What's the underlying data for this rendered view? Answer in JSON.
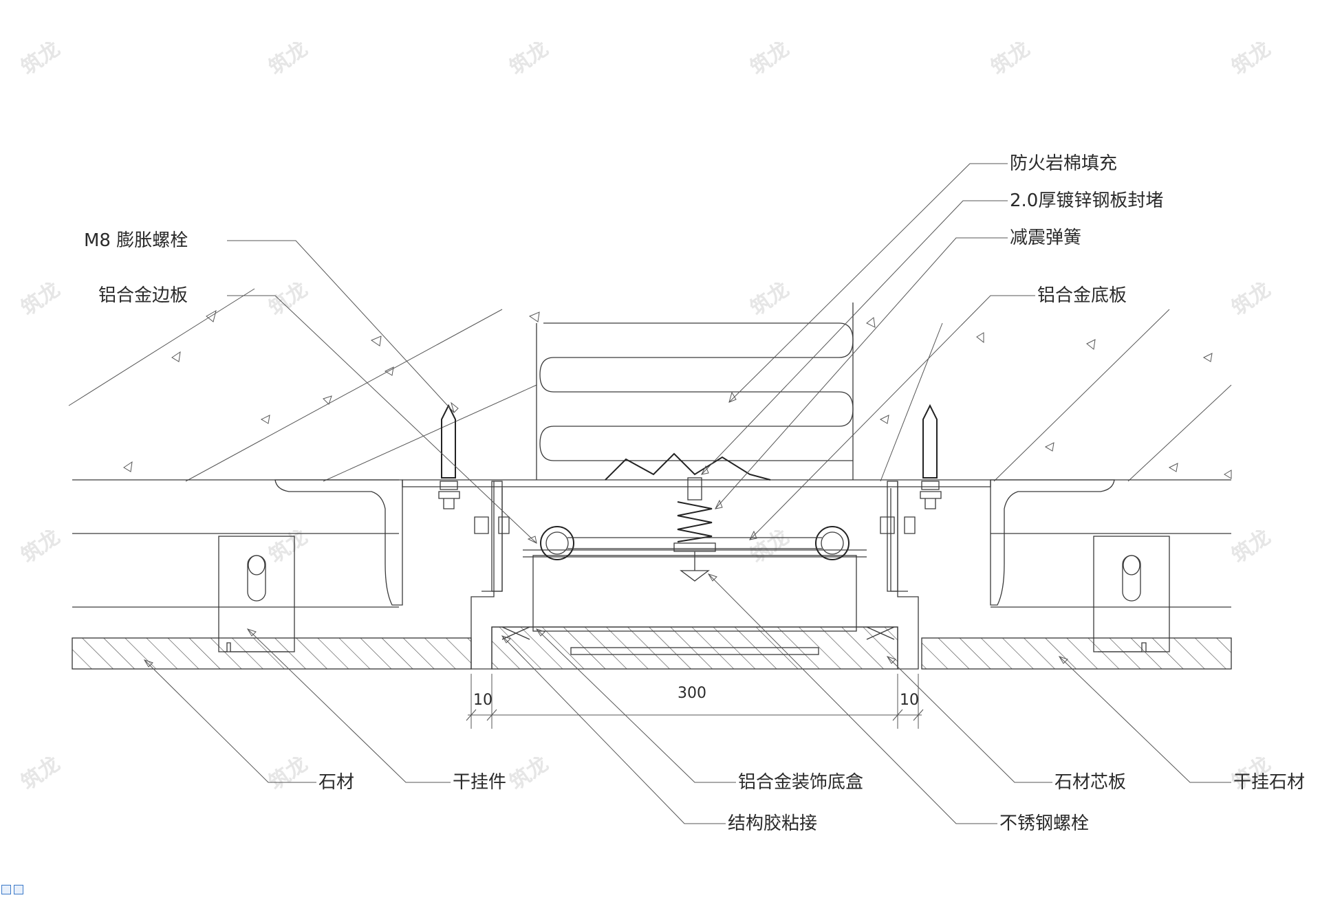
{
  "labels": {
    "top_left_1": "M8 膨胀螺栓",
    "top_left_2": "铝合金边板",
    "top_right_1": "防火岩棉填充",
    "top_right_2": "2.0厚镀锌钢板封堵",
    "top_right_3": "减震弹簧",
    "top_right_4": "铝合金底板",
    "bottom_1": "石材",
    "bottom_2": "干挂件",
    "bottom_3": "铝合金装饰底盒",
    "bottom_4": "结构胶粘接",
    "bottom_5": "石材芯板",
    "bottom_6": "不锈钢螺栓",
    "bottom_7": "干挂石材"
  },
  "dimensions": {
    "left": "10",
    "center": "300",
    "right": "10"
  },
  "watermark": "筑龙",
  "colors": {
    "line": "#3a3a3a",
    "text": "#2a2a2a",
    "watermark": "#e6e6e6",
    "status_icon": "#3a78c8"
  }
}
